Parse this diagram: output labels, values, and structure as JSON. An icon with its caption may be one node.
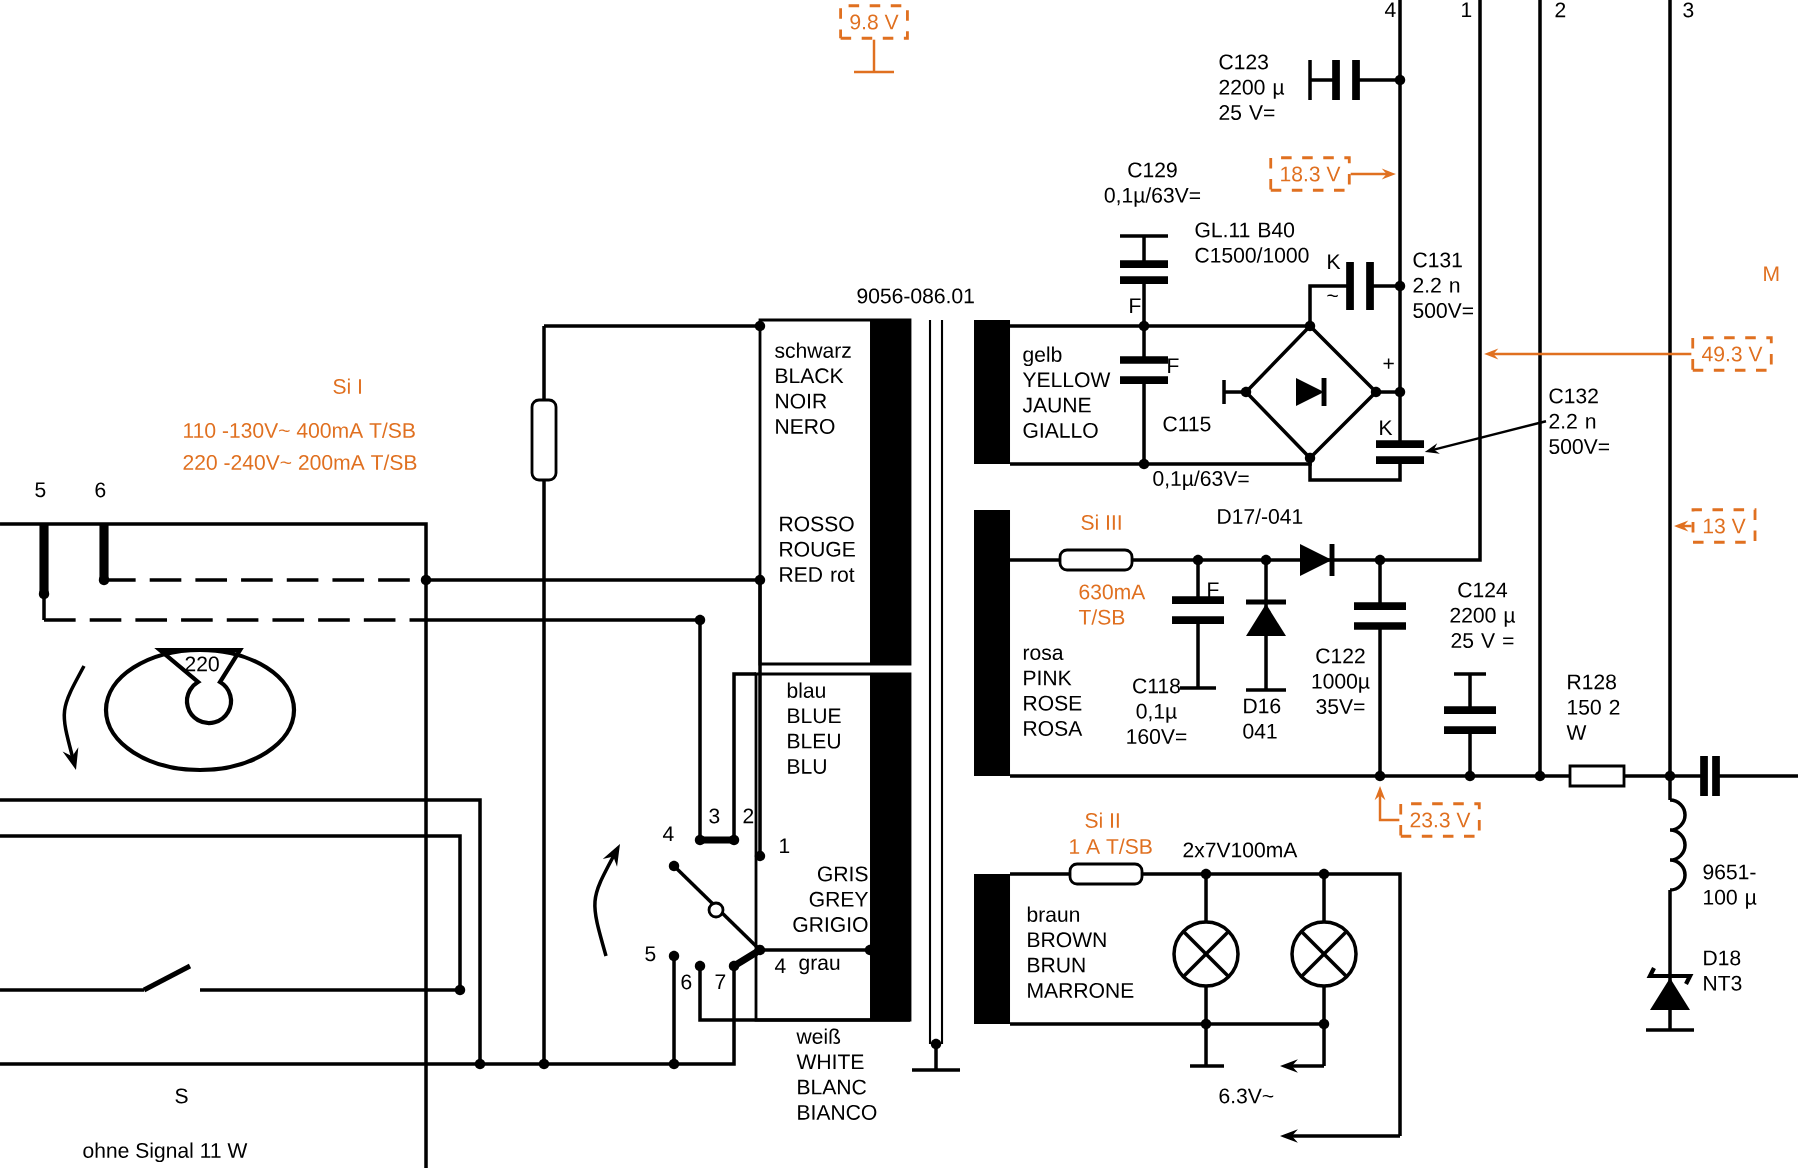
{
  "diagram": {
    "nodes": [
      {
        "text": [
          "9.8 V"
        ]
      },
      {
        "text": [
          "18.3 V"
        ]
      },
      {
        "text": [
          "49.3 V"
        ]
      },
      {
        "text": [
          "13 V"
        ]
      },
      {
        "text": [
          "23.3 V"
        ]
      },
      {
        "text": [
          "C132 2.2 n 500V="
        ]
      },
      {
        "text": [],
        "shape": "capacitor",
        "beside": [
          "K"
        ]
      }
    ],
    "edges": [
      {
        "from": 0,
        "to": null,
        "arrow": "none"
      },
      {
        "from": 1,
        "to": null,
        "arrow": "to"
      },
      {
        "from": 2,
        "to": null,
        "arrow": "to"
      },
      {
        "from": 3,
        "to": null,
        "arrow": "to"
      },
      {
        "from": 4,
        "to": null,
        "arrow": "to"
      },
      {
        "from": 5,
        "to": 6,
        "arrow": "to",
        "color": "#000000"
      }
    ],
    "labels": [
      "4",
      "1",
      "2",
      "3",
      "C123 2200 µ 25 V=",
      "C129 0,1µ/63V=",
      "GL.11 B40 C1500/1000",
      "9056-086.01",
      "K",
      "C131 2.2 n 500V=",
      "M",
      "~",
      "F",
      "schwarz BLACK NOIR NERO",
      "gelb YELLOW JAUNE GIALLO",
      "F",
      "C115",
      "+",
      "Si I",
      "110 -130V~ 400mA T/SB",
      "220 -240V~ 200mA T/SB",
      "0,1µ/63V=",
      "5",
      "6",
      "ROSSO ROUGE RED rot",
      "Si III",
      "D17/-041",
      "630mA T/SB",
      "F",
      "C124 2200 µ 25 V =",
      "rosa PINK ROSE ROSA",
      "220",
      "C118 0,1µ 160V=",
      "D16 041",
      "C122 1000µ 35V=",
      "R128 150 2 W",
      "blau BLUE BLEU BLU",
      "3",
      "2",
      "4",
      "1",
      "Si II",
      "1 A T/SB",
      "2x7V100mA",
      "GRIS GREY GRIGIO",
      "9651- 100 µ",
      "braun BROWN BRUN MARRONE",
      "5",
      "4",
      "grau",
      "6",
      "7",
      "D18 NT3",
      "weiß WHITE BLANC BIANCO",
      "S",
      "6.3V~",
      "ohne Signal 11 W"
    ]
  }
}
